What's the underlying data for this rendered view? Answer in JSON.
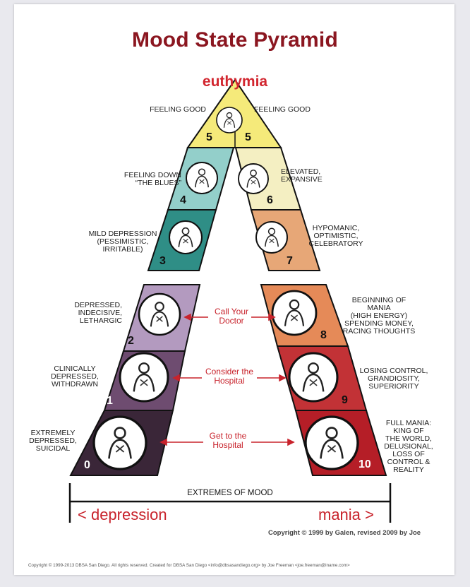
{
  "title": "Mood State Pyramid",
  "peak_label": "euthymia",
  "levels": [
    {
      "number": "0",
      "label": "EXTREMELY\nDEPRESSED,\nSUICIDAL",
      "color": "#3a2638"
    },
    {
      "number": "1",
      "label": "CLINICALLY\nDEPRESSED,\nWITHDRAWN",
      "color": "#6e4c70"
    },
    {
      "number": "2",
      "label": "DEPRESSED,\nINDECISIVE,\nLETHARGIC",
      "color": "#b39abf"
    },
    {
      "number": "3",
      "label": "MILD DEPRESSION\n(PESSIMISTIC,\nIRRITABLE)",
      "color": "#2f8e86"
    },
    {
      "number": "4",
      "label": "FEELING DOWN\n“THE BLUES”",
      "color": "#93cfca"
    },
    {
      "number": "5",
      "label": "FEELING GOOD",
      "color": "#f5ea7a"
    },
    {
      "number": "5",
      "label": "FEELING GOOD",
      "color": "#f5ea7a"
    },
    {
      "number": "6",
      "label": "ELEVATED,\nEXPANSIVE",
      "color": "#f4efc2"
    },
    {
      "number": "7",
      "label": "HYPOMANIC,\nOPTIMISTIC,\nCELEBRATORY",
      "color": "#e7a777"
    },
    {
      "number": "8",
      "label": "BEGINNING OF\nMANIA\n(HIGH ENERGY)\nSPENDING MONEY,\nRACING THOUGHTS",
      "color": "#e58a58"
    },
    {
      "number": "9",
      "label": "LOSING CONTROL,\nGRANDIOSITY,\nSUPERIORITY",
      "color": "#c23236"
    },
    {
      "number": "10",
      "label": "FULL MANIA:\nKING OF\nTHE WORLD,\nDELUSIONAL,\nLOSS OF\nCONTROL &\nREALITY",
      "color": "#b51e27"
    }
  ],
  "actions": {
    "call_doctor": "Call Your\nDoctor",
    "consider_hospital": "Consider the\nHospital",
    "get_hospital": "Get to the\nHospital"
  },
  "scale": {
    "caption": "EXTREMES OF MOOD",
    "left_end": "< depression",
    "right_end": "mania >"
  },
  "copyright_line1": "Copyright © 1999 by Galen, revised 2009 by Joe",
  "copyright_line2": "Copyright © 1999-2013 DBSA San Diego. All rights reserved.   Created for DBSA San Diego <info@dbsasandiego.org> by Joe Freeman <joe.freeman@iname.com>",
  "colors": {
    "title": "#8b1620",
    "accent_red": "#c8232c",
    "outline": "#111111"
  },
  "icons": [
    "figure-portrait-icon"
  ]
}
